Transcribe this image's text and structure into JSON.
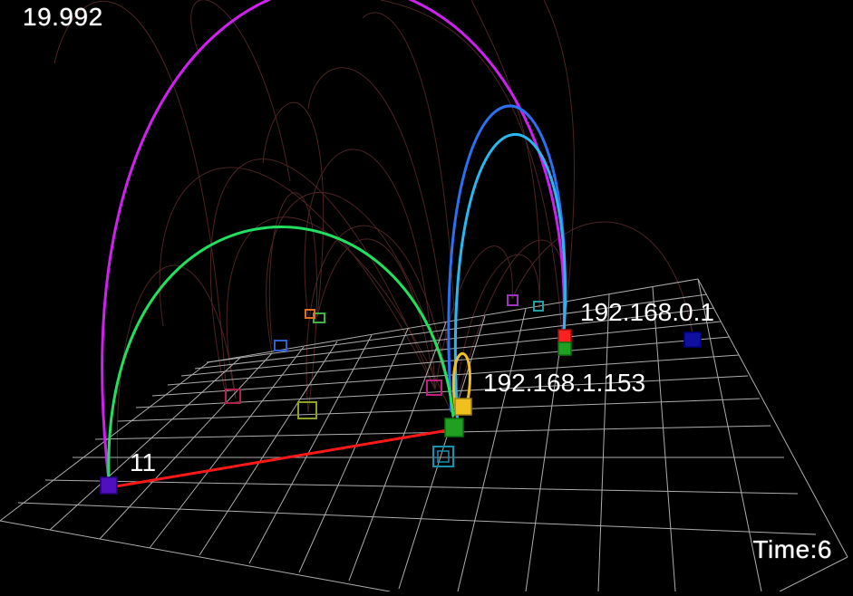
{
  "hud": {
    "top_value": "19.992",
    "time_text": "Time:6"
  },
  "labels": {
    "host_a": "192.168.0.1",
    "host_b": "192.168.1.153",
    "port_11": "11"
  },
  "colors": {
    "background": "#000000",
    "grid": "#bfbfbf",
    "arc_magenta": "#d020f0",
    "arc_blue": "#2a70f0",
    "arc_cyan": "#28b8f0",
    "arc_green": "#20e060",
    "arc_yellow": "#f0c020",
    "link_red": "#ff1818",
    "faint_arcs": "#5a2a2a"
  }
}
